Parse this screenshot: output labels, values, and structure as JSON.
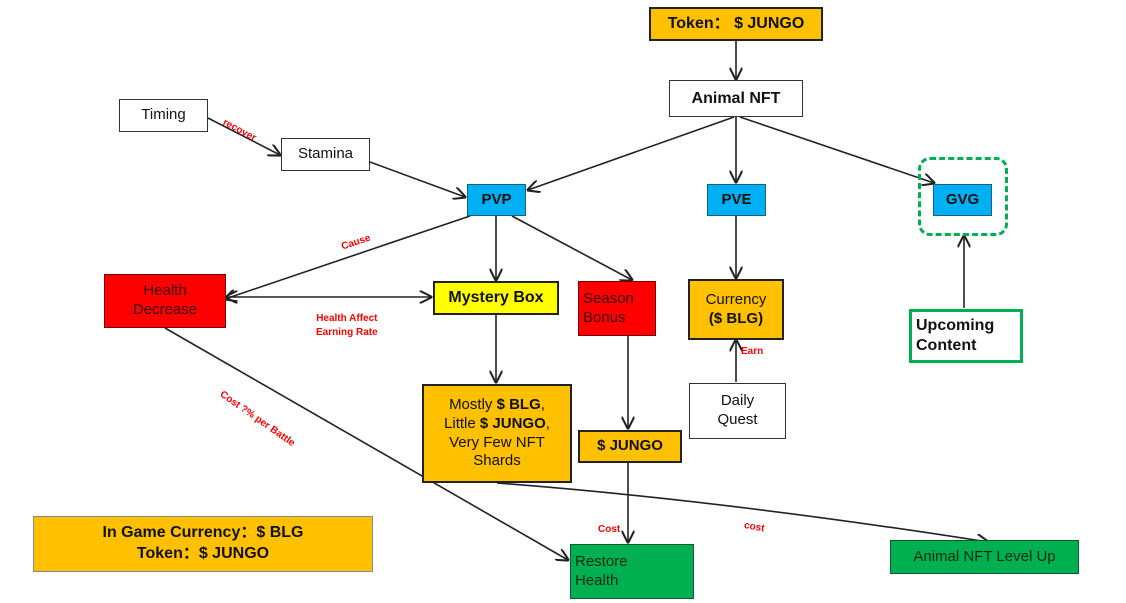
{
  "nodes": {
    "token_jungo": "Token： $ JUNGO",
    "animal_nft": "Animal NFT",
    "timing": "Timing",
    "stamina": "Stamina",
    "pvp": "PVP",
    "pve": "PVE",
    "gvg": "GVG",
    "health_decrease": [
      "Health",
      "Decrease"
    ],
    "mystery_box": "Mystery Box",
    "season_bonus": [
      "Season",
      "Bonus"
    ],
    "currency_blg": [
      "Currency",
      "($ BLG)"
    ],
    "upcoming_content": [
      "Upcoming",
      "Content"
    ],
    "daily_quest": [
      "Daily",
      "Quest"
    ],
    "mystery_rewards": {
      "line1_pre": "Mostly ",
      "line1_bold": "$ BLG",
      "line1_post": ",",
      "line2_pre": "Little ",
      "line2_bold": "$ JUNGO",
      "line2_post": ",",
      "line3": "Very Few NFT",
      "line4": "Shards"
    },
    "jungo_box": "$ JUNGO",
    "restore_health": [
      "Restore",
      "Health"
    ],
    "animal_nft_level_up": "Animal NFT Level Up"
  },
  "labels": {
    "recover": "recover",
    "cause": "Cause",
    "health_affect": [
      "Health Affect",
      "Earning Rate"
    ],
    "earn": "Earn",
    "cost_per_battle": "Cost ?% per Battle",
    "cost_restore": "Cost",
    "cost_level": "cost"
  },
  "legend": {
    "line1": "In Game Currency：$ BLG",
    "line2": "Token：$ JUNGO"
  },
  "colors": {
    "orange": "#FFC000",
    "blue": "#00B0F0",
    "red": "#FF0000",
    "yellow": "#FFFF00",
    "green": "#00B050",
    "label_red": "#FF0000"
  }
}
